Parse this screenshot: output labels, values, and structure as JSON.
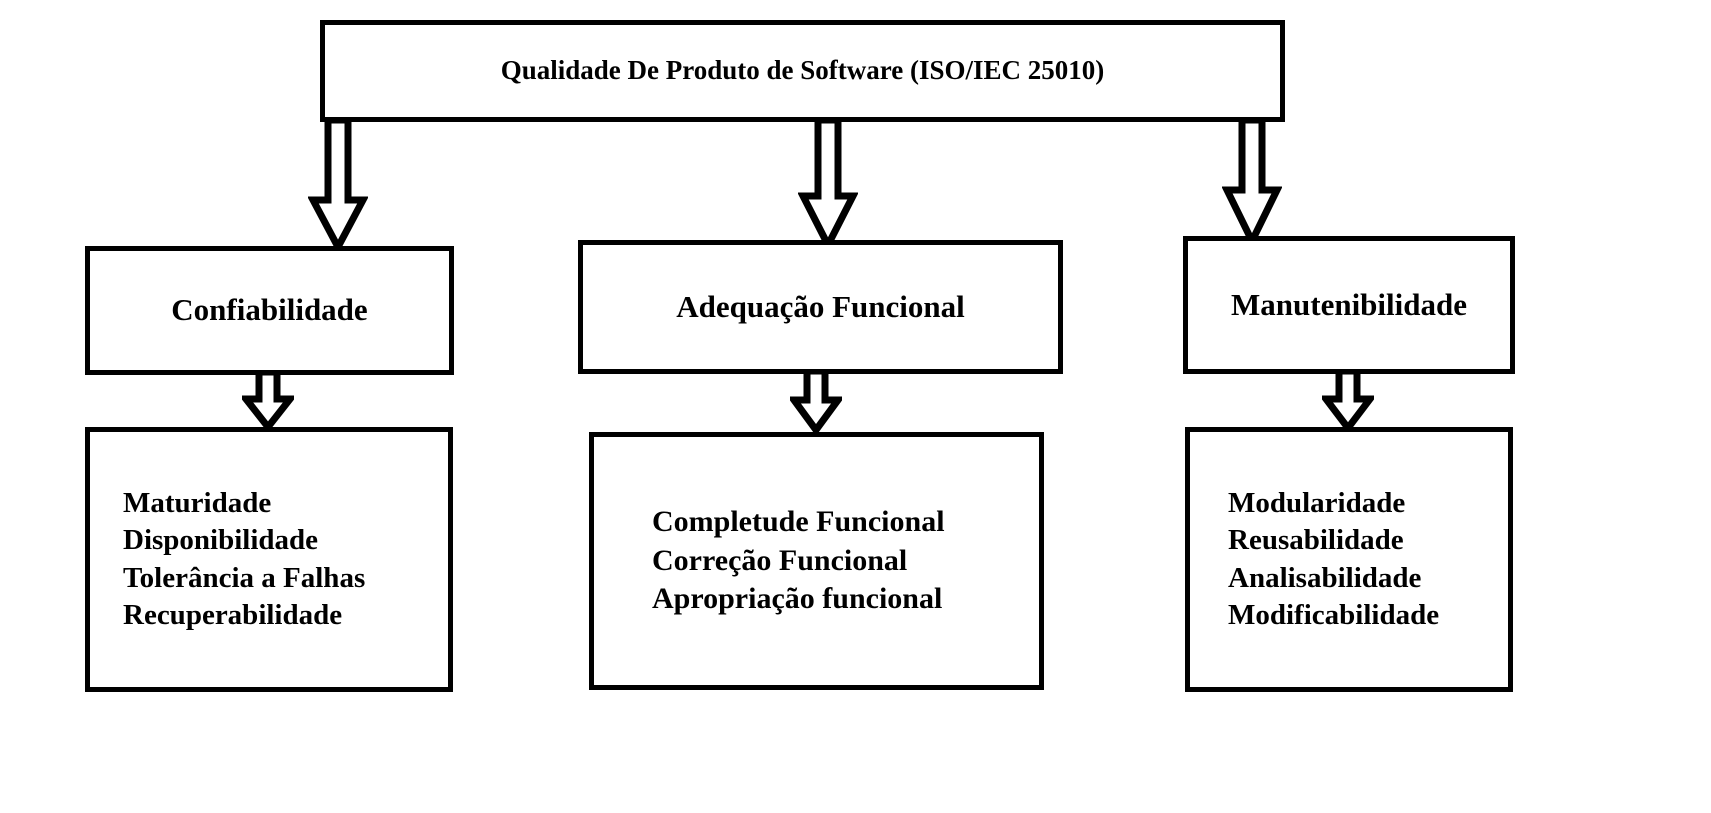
{
  "diagram": {
    "title": "Qualidade De Produto de Software (ISO/IEC 25010)",
    "root": {
      "label": "Qualidade De Produto de Software (ISO/IEC 25010)"
    },
    "categories": [
      {
        "label": "Confiabilidade",
        "details": [
          "Maturidade",
          "Disponibilidade",
          "Tolerância a Falhas",
          "Recuperabilidade"
        ]
      },
      {
        "label": "Adequação Funcional",
        "details": [
          "Completude Funcional",
          "Correção Funcional",
          "Apropriação funcional"
        ]
      },
      {
        "label": "Manutenibilidade",
        "details": [
          "Modularidade",
          "Reusabilidade",
          "Analisabilidade",
          "Modificabilidade"
        ]
      }
    ],
    "connectors": [
      {
        "name": "arrow-root-to-confiabilidade"
      },
      {
        "name": "arrow-root-to-adequacao-funcional"
      },
      {
        "name": "arrow-root-to-manutenibilidade"
      },
      {
        "name": "arrow-confiabilidade-to-details"
      },
      {
        "name": "arrow-adequacao-funcional-to-details"
      },
      {
        "name": "arrow-manutenibilidade-to-details"
      }
    ],
    "colors": {
      "background": "#ffffff",
      "stroke": "#000000",
      "text": "#000000",
      "arrow_fill": "#ffffff"
    }
  }
}
